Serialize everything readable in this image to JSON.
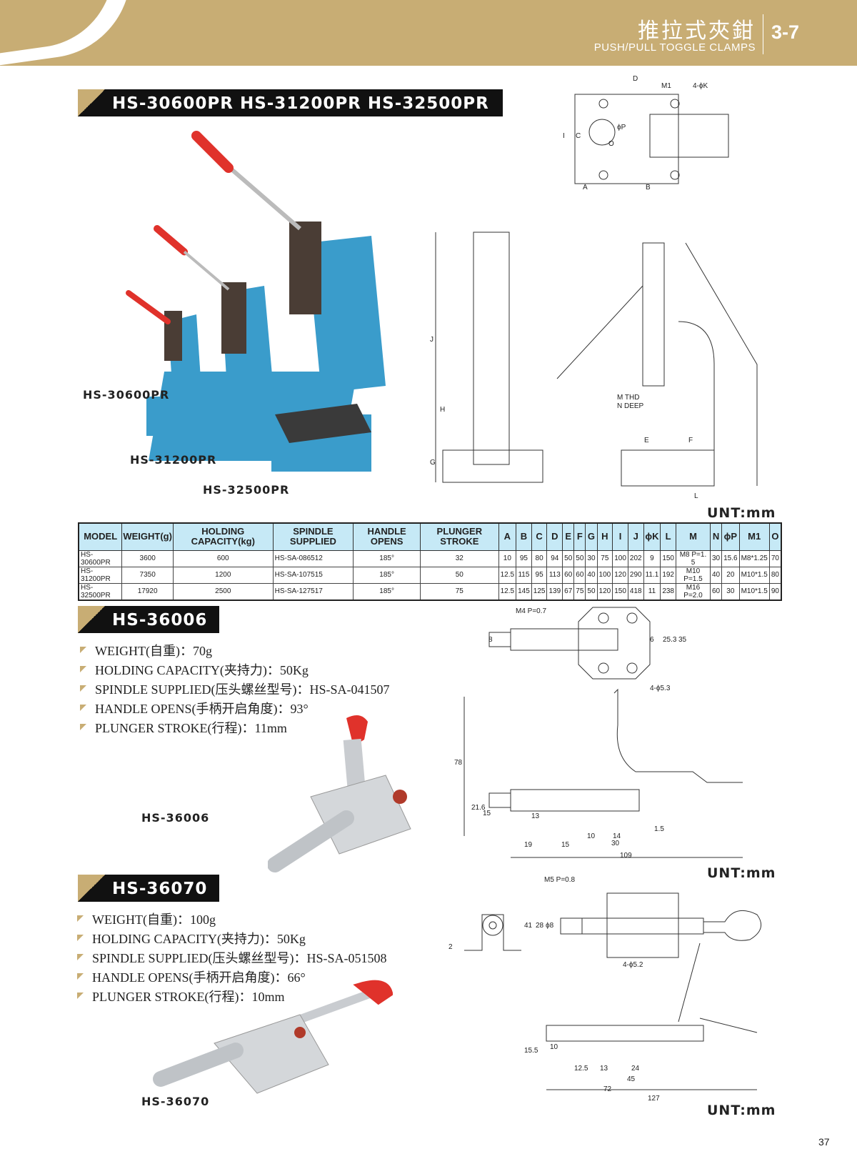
{
  "header": {
    "title_cn": "推拉式夾鉗",
    "title_en": "PUSH/PULL TOGGLE CLAMPS",
    "section_number": "3-7"
  },
  "section1": {
    "title": "HS-30600PR HS-31200PR HS-32500PR",
    "photo_labels": [
      "HS-30600PR",
      "HS-31200PR",
      "HS-32500PR"
    ],
    "unit": "UNT:mm",
    "drawing_labels": [
      "D",
      "M1",
      "4-ϕK",
      "I",
      "C",
      "O",
      "ϕP",
      "A",
      "B",
      "J",
      "H",
      "G",
      "M THD",
      "N DEEP",
      "E",
      "F",
      "L"
    ],
    "table": {
      "headers": [
        "MODEL",
        "WEIGHT(g)",
        "HOLDING CAPACITY(kg)",
        "SPINDLE SUPPLIED",
        "HANDLE OPENS",
        "PLUNGER STROKE",
        "A",
        "B",
        "C",
        "D",
        "E",
        "F",
        "G",
        "H",
        "I",
        "J",
        "ϕK",
        "L",
        "M",
        "N",
        "ϕP",
        "M1",
        "O"
      ],
      "rows": [
        [
          "HS-30600PR",
          "3600",
          "600",
          "HS-SA-086512",
          "185°",
          "32",
          "10",
          "95",
          "80",
          "94",
          "50",
          "50",
          "30",
          "75",
          "100",
          "202",
          "9",
          "150",
          "M8 P=1. 5",
          "30",
          "15.6",
          "M8*1.25",
          "70"
        ],
        [
          "HS-31200PR",
          "7350",
          "1200",
          "HS-SA-107515",
          "185°",
          "50",
          "12.5",
          "115",
          "95",
          "113",
          "60",
          "60",
          "40",
          "100",
          "120",
          "290",
          "11.1",
          "192",
          "M10 P=1.5",
          "40",
          "20",
          "M10*1.5",
          "80"
        ],
        [
          "HS-32500PR",
          "17920",
          "2500",
          "HS-SA-127517",
          "185°",
          "75",
          "12.5",
          "145",
          "125",
          "139",
          "67",
          "75",
          "50",
          "120",
          "150",
          "418",
          "11",
          "238",
          "M16 P=2.0",
          "60",
          "30",
          "M10*1.5",
          "90"
        ]
      ]
    }
  },
  "section2": {
    "title": "HS-36006",
    "specs": [
      "WEIGHT(自重)：70g",
      "HOLDING CAPACITY(夹持力)：50Kg",
      "SPINDLE SUPPLIED(压头螺丝型号)：HS-SA-041507",
      "HANDLE OPENS(手柄开启角度)：93°",
      "PLUNGER STROKE(行程)：11mm"
    ],
    "photo_label": "HS-36006",
    "unit": "UNT:mm",
    "drawing_labels": [
      "M4  P=0.7",
      "8",
      "6",
      "25.3",
      "35",
      "4-ϕ5.3",
      "78",
      "21.6",
      "15",
      "13",
      "1.5",
      "10",
      "14",
      "19",
      "15",
      "30",
      "109"
    ]
  },
  "section3": {
    "title": "HS-36070",
    "specs": [
      "WEIGHT(自重)：100g",
      "HOLDING CAPACITY(夹持力)：50Kg",
      "SPINDLE SUPPLIED(压头螺丝型号)：HS-SA-051508",
      "HANDLE OPENS(手柄开启角度)：66°",
      "PLUNGER STROKE(行程)：10mm"
    ],
    "photo_label": "HS-36070",
    "unit": "UNT:mm",
    "drawing_labels": [
      "M5 P=0.8",
      "41",
      "28",
      "ϕ8",
      "2",
      "4-ϕ5.2",
      "15.5",
      "10",
      "12.5",
      "13",
      "24",
      "45",
      "72",
      "127"
    ]
  },
  "page_number": "37",
  "colors": {
    "gold": "#c8ad74",
    "table_header": "#c6e9f6",
    "clamp_blue": "#3a9ccb",
    "handle_red": "#e0322b"
  }
}
